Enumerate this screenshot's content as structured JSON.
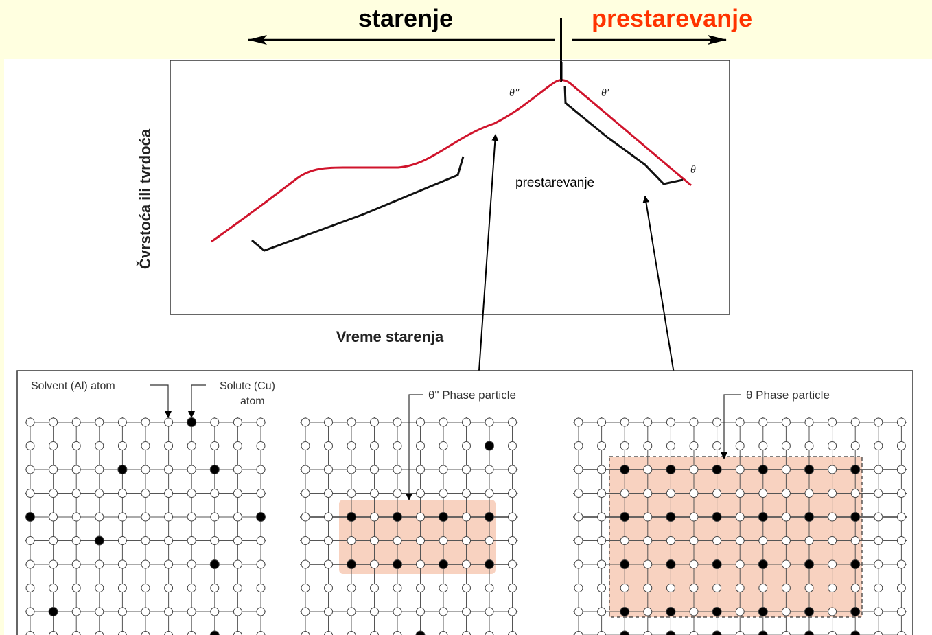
{
  "header": {
    "aging": "starenje",
    "overaging": "prestarevanje",
    "aging_color": "#000000",
    "overaging_color": "#FF3300"
  },
  "chart": {
    "y_axis_label": "Čvrstoća ili tvrdoća",
    "x_axis_label": "Vreme starenja",
    "curve_color": "#D0142C",
    "phase_labels": {
      "theta_double_prime": "θ″",
      "theta_prime": "θ′",
      "theta": "θ"
    },
    "overaging_note": "prestarevanje"
  },
  "lattice": {
    "solvent_label": "Solvent (Al) atom",
    "solute_label_line1": "Solute (Cu)",
    "solute_label_line2": "atom",
    "theta_double_prime_particle": "θ\" Phase particle",
    "theta_particle": "θ Phase particle",
    "particle_fill": "#F8D2C0"
  }
}
